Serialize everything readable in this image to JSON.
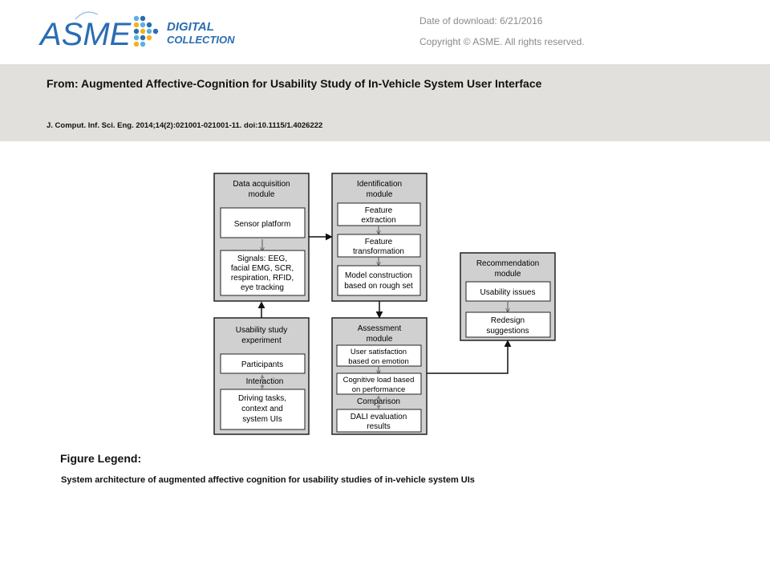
{
  "header": {
    "logo": {
      "brand": "ASME",
      "line1": "DIGITAL",
      "line2": "COLLECTION",
      "brand_color": "#2a6db2",
      "dot_colors": [
        "#f2b21e",
        "#2a6db2",
        "#5bb0e0"
      ]
    },
    "download_date": "Date of download:  6/21/2016",
    "copyright": "Copyright © ASME. All rights reserved.",
    "from_line": "From: Augmented Affective-Cognition for Usability Study of In-Vehicle System User Interface",
    "citation": "J. Comput. Inf. Sci. Eng. 2014;14(2):021001-021001-11. doi:10.1115/1.4026222"
  },
  "diagram": {
    "data_acq": {
      "title1": "Data acquisition",
      "title2": "module",
      "sensor": "Sensor platform",
      "signals1": "Signals: EEG,",
      "signals2": "facial EMG, SCR,",
      "signals3": "respiration, RFID,",
      "signals4": "eye tracking"
    },
    "ident": {
      "title1": "Identification",
      "title2": "module",
      "fe1": "Feature",
      "fe2": "extraction",
      "ft1": "Feature",
      "ft2": "transformation",
      "mc1": "Model construction",
      "mc2": "based on rough set"
    },
    "recom": {
      "title1": "Recommendation",
      "title2": "module",
      "issues": "Usability issues",
      "rs1": "Redesign",
      "rs2": "suggestions"
    },
    "usability": {
      "title1": "Usability study",
      "title2": "experiment",
      "participants": "Participants",
      "interaction": "Interaction",
      "dt1": "Driving tasks,",
      "dt2": "context and",
      "dt3": "system UIs"
    },
    "assess": {
      "title1": "Assessment",
      "title2": "module",
      "us1": "User satisfaction",
      "us2": "based on emotion",
      "cl1": "Cognitive load based",
      "cl2": "on performance",
      "comparison": "Comparison",
      "dali1": "DALI evaluation",
      "dali2": "results"
    }
  },
  "legend": {
    "title": "Figure Legend:",
    "text": "System architecture of augmented affective  cognition for usability studies of in-vehicle system UIs"
  }
}
